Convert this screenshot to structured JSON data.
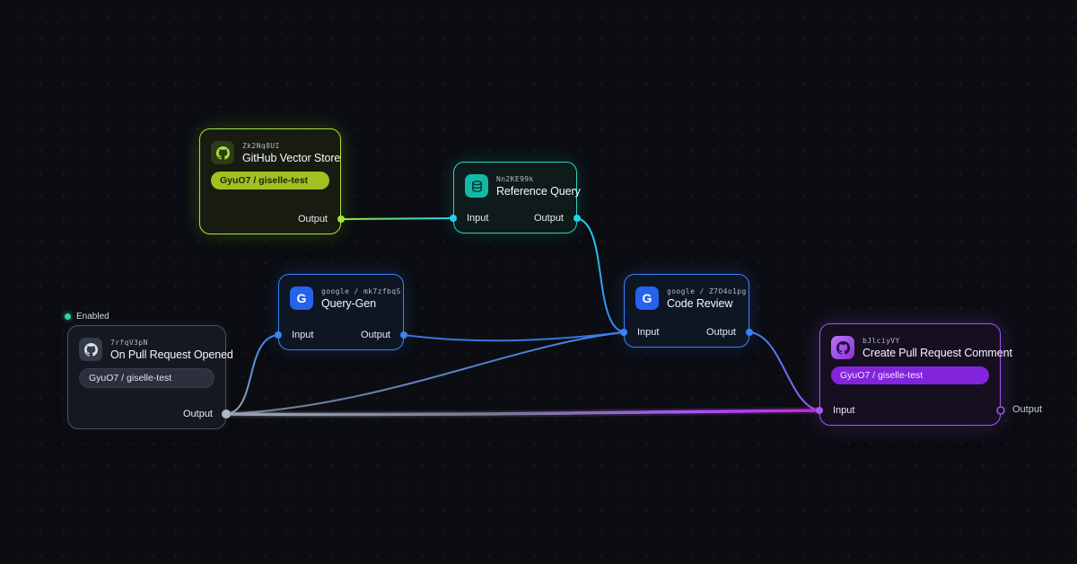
{
  "colors": {
    "background": "#0b0d12",
    "grid_dot": "#1b202b",
    "green": "#a3e635",
    "teal": "#2dd4bf",
    "cyan": "#22d3ee",
    "blue": "#3b82f6",
    "gray": "#9aa3b5",
    "purple": "#a855f7",
    "magenta": "#c026d3"
  },
  "status": {
    "label": "Enabled"
  },
  "nodes": [
    {
      "id": "Zk2Nq8UI",
      "title": "GitHub Vector Store",
      "badge": "GyuO7 / giselle-test",
      "output_label": "Output"
    },
    {
      "id": "Nn2KE99k",
      "title": "Reference Query",
      "input_label": "Input",
      "output_label": "Output"
    },
    {
      "id": "google / mk7zfbqS",
      "title": "Query-Gen",
      "input_label": "Input",
      "output_label": "Output"
    },
    {
      "id": "google / Z7O4o1pg",
      "title": "Code Review",
      "input_label": "Input",
      "output_label": "Output"
    },
    {
      "id": "7rfqV3pN",
      "title": "On Pull Request Opened",
      "badge": "GyuO7 / giselle-test",
      "output_label": "Output"
    },
    {
      "id": "bJlciyVY",
      "title": "Create Pull Request Comment",
      "badge": "GyuO7 / giselle-test",
      "input_label": "Input",
      "output_label": "Output"
    }
  ],
  "icons": {
    "google_letter": "G"
  }
}
